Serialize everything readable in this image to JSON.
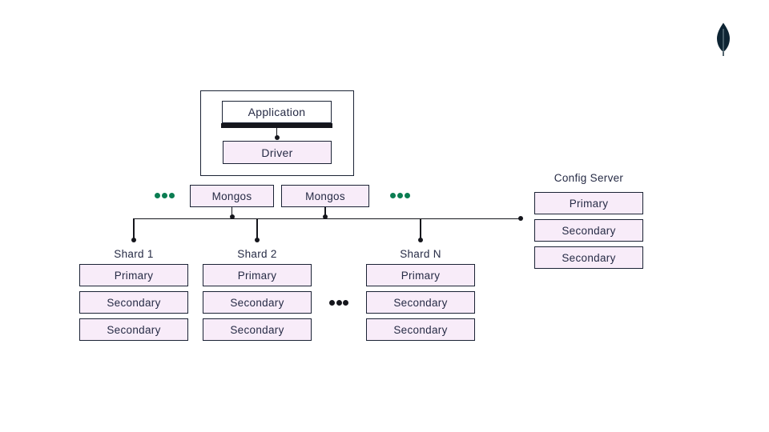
{
  "colors": {
    "box_fill_pink": "#f8ecf9",
    "box_border": "#1b2335",
    "text": "#262b45",
    "line": "#15161c",
    "green": "#0b7d52",
    "logo": "#0d2433"
  },
  "logo": {
    "icon": "mongodb-leaf-icon"
  },
  "app_group": {
    "application": "Application",
    "driver": "Driver"
  },
  "mongos": {
    "left": "Mongos",
    "right": "Mongos"
  },
  "config_server": {
    "title": "Config Server",
    "nodes": [
      "Primary",
      "Secondary",
      "Secondary"
    ]
  },
  "shards": [
    {
      "title": "Shard 1",
      "nodes": [
        "Primary",
        "Secondary",
        "Secondary"
      ]
    },
    {
      "title": "Shard 2",
      "nodes": [
        "Primary",
        "Secondary",
        "Secondary"
      ]
    },
    {
      "title": "Shard N",
      "nodes": [
        "Primary",
        "Secondary",
        "Secondary"
      ]
    }
  ]
}
